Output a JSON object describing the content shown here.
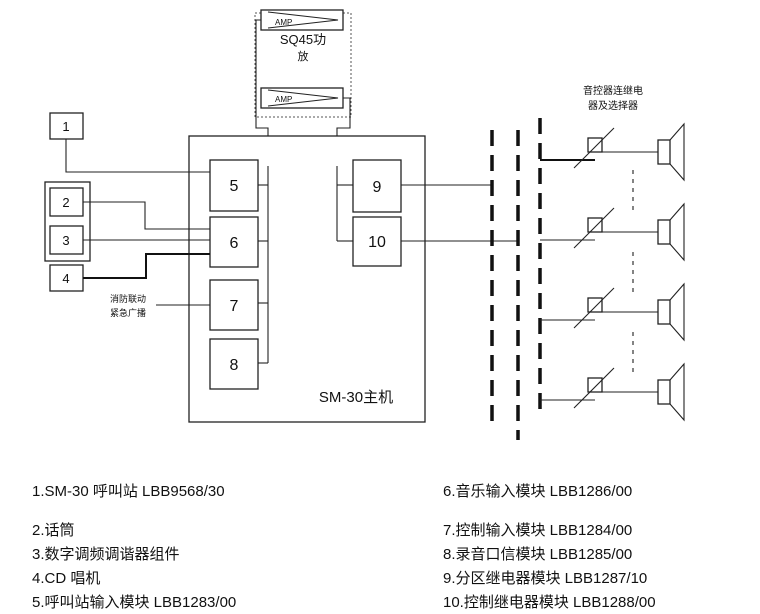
{
  "amplifier": {
    "amp_label_1": "AMP",
    "amp_label_2": "AMP",
    "name_line1": "SQ45功",
    "name_line2": "放"
  },
  "relay_caption": {
    "line1": "音控器连继电",
    "line2": "器及选择器"
  },
  "host": {
    "label": "SM-30主机"
  },
  "modules": {
    "m1": "1",
    "m2": "2",
    "m3": "3",
    "m4": "4",
    "m5": "5",
    "m6": "6",
    "m7": "7",
    "m8": "8",
    "m9": "9",
    "m10": "10"
  },
  "fire_caption": {
    "line1": "消防联动",
    "line2": "紧急广播"
  },
  "legend": {
    "left": [
      "1.SM-30 呼叫站  LBB9568/30",
      "2.话筒",
      "3.数字调频调谐器组件",
      "4.CD 唱机",
      "5.呼叫站输入模块   LBB1283/00"
    ],
    "right": [
      "6.音乐输入模块   LBB1286/00",
      "7.控制输入模块   LBB1284/00",
      "8.录音口信模块   LBB1285/00",
      "9.分区继电器模块   LBB1287/10",
      "10.控制继电器模块   LBB1288/00"
    ]
  }
}
